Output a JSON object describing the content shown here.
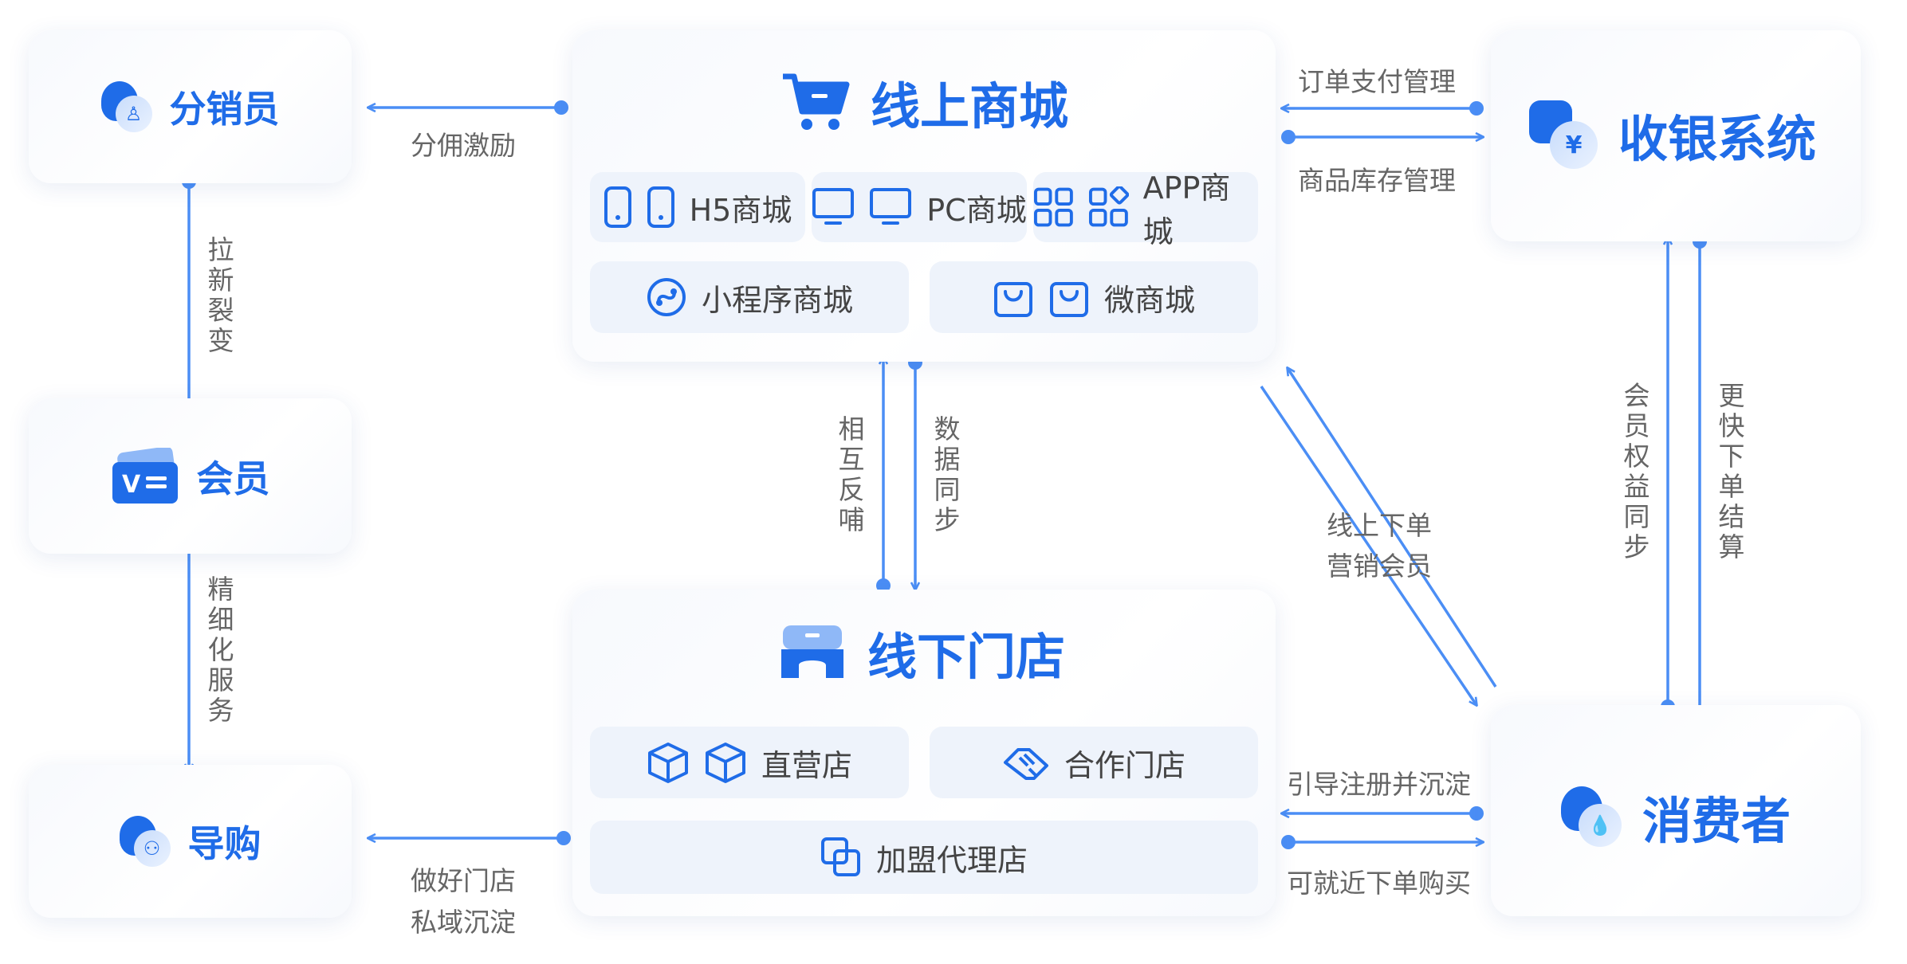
{
  "colors": {
    "accent": "#1f6ce8",
    "pill_bg": "#eef3fb",
    "arrow": "#4b8ef5",
    "label": "#666666"
  },
  "distributor": {
    "title": "分销员",
    "icon": "person-badge-icon"
  },
  "member": {
    "title": "会员",
    "icon": "member-card-icon"
  },
  "guide": {
    "title": "导购",
    "icon": "people-badge-icon"
  },
  "online_mall": {
    "title": "线上商城",
    "icon": "shopping-cart-icon",
    "channels": [
      {
        "label": "H5商城",
        "icon": "phone-icon"
      },
      {
        "label": "PC商城",
        "icon": "monitor-icon"
      },
      {
        "label": "APP商城",
        "icon": "app-grid-icon"
      },
      {
        "label": "小程序商城",
        "icon": "mini-program-icon"
      },
      {
        "label": "微商城",
        "icon": "shopping-bag-icon"
      }
    ]
  },
  "offline_store": {
    "title": "线下门店",
    "icon": "storefront-icon",
    "types": [
      {
        "label": "直营店",
        "icon": "box-icon"
      },
      {
        "label": "合作门店",
        "icon": "handshake-icon"
      },
      {
        "label": "加盟代理店",
        "icon": "overlap-squares-icon"
      }
    ]
  },
  "cashier": {
    "title": "收银系统",
    "icon": "yen-coin-icon"
  },
  "consumer": {
    "title": "消费者",
    "icon": "person-drop-icon"
  },
  "labels": {
    "commission": "分佣激励",
    "pull_new": "拉新裂变",
    "refined_service": "精细化服务",
    "store_private_line1": "做好门店",
    "store_private_line2": "私域沉淀",
    "mutual_feed": "相互反哺",
    "data_sync": "数据同步",
    "order_payment": "订单支付管理",
    "inventory": "商品库存管理",
    "member_rights_sync": "会员权益同步",
    "faster_checkout": "更快下单结算",
    "online_order_line1": "线上下单",
    "online_order_line2": "营销会员",
    "guide_register": "引导注册并沉淀",
    "nearby_order": "可就近下单购买"
  }
}
